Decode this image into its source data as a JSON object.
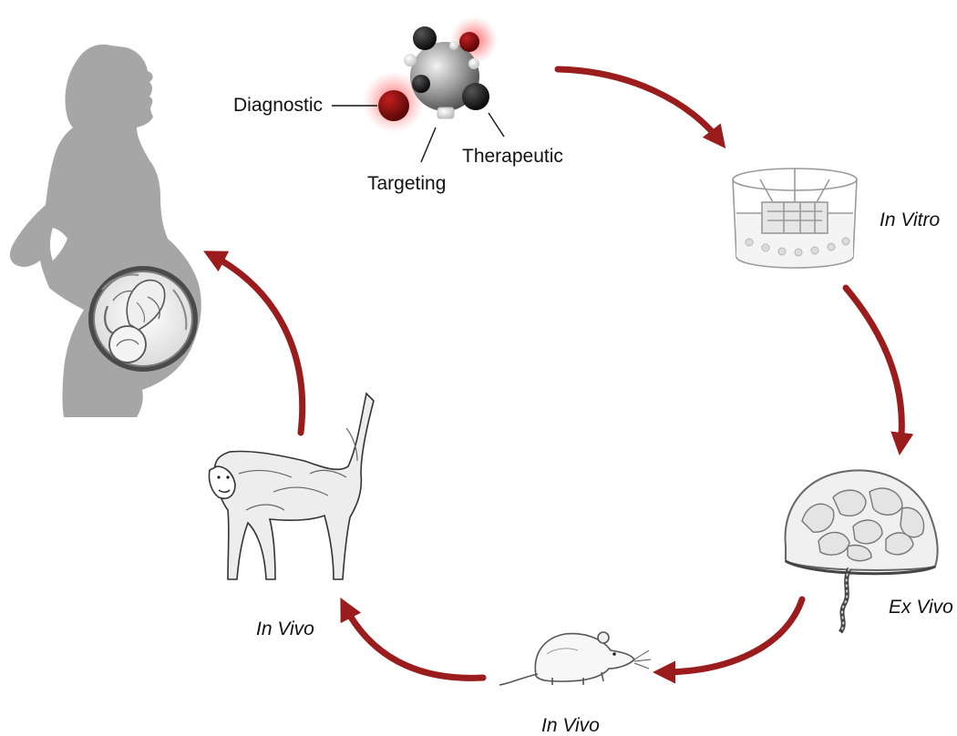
{
  "nanoparticle": {
    "diagnostic_label": "Diagnostic",
    "targeting_label": "Targeting",
    "therapeutic_label": "Therapeutic"
  },
  "stages": {
    "in_vitro_label": "In Vitro",
    "ex_vivo_label": "Ex Vivo",
    "in_vivo_rodent_label": "In Vivo",
    "in_vivo_primate_label": "In Vivo"
  },
  "colors": {
    "arrow": "#9b1c1c",
    "silhouette": "#a6a6a6",
    "diagnostic": "#8b0d0d",
    "therapeutic": "#141414"
  }
}
